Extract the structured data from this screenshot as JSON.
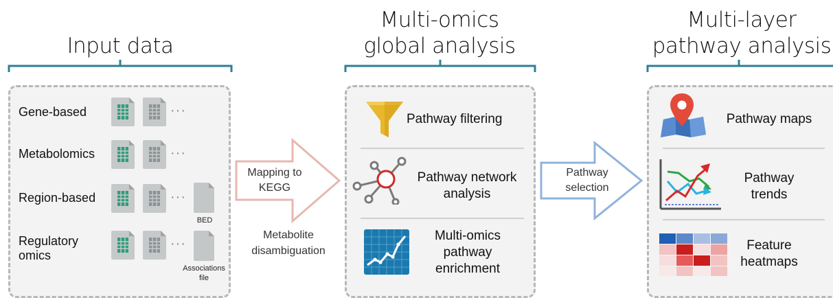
{
  "columns": {
    "input": {
      "title": "Input data"
    },
    "global": {
      "title_line1": "Multi-omics",
      "title_line2": "global analysis"
    },
    "pathway": {
      "title_line1": "Multi-layer",
      "title_line2": "pathway analysis"
    }
  },
  "input_panel": {
    "rows": [
      {
        "label": "Gene-based"
      },
      {
        "label": "Metabolomics"
      },
      {
        "label": "Region-based",
        "file_label": "BED"
      },
      {
        "label_line1": "Regulatory",
        "label_line2": "omics",
        "file_label_line1": "Associations",
        "file_label_line2": "file"
      }
    ]
  },
  "arrows": {
    "mapping": {
      "line1": "Mapping to",
      "line2": "KEGG"
    },
    "selection": {
      "line1": "Pathway",
      "line2": "selection"
    }
  },
  "note": {
    "line1": "Metabolite",
    "line2": "disambiguation"
  },
  "global_panel": {
    "filtering": {
      "label": "Pathway filtering",
      "icon": "funnel-icon"
    },
    "network": {
      "line1": "Pathway network",
      "line2": "analysis",
      "icon": "network-icon"
    },
    "enrichment": {
      "line1": "Multi-omics",
      "line2": "pathway",
      "line3": "enrichment",
      "icon": "enrichment-chart-icon"
    }
  },
  "pathway_panel": {
    "maps": {
      "label": "Pathway maps",
      "icon": "map-pin-icon"
    },
    "trends": {
      "line1": "Pathway",
      "line2": "trends",
      "icon": "trend-chart-icon"
    },
    "heatmaps": {
      "line1": "Feature",
      "line2": "heatmaps",
      "icon": "heatmap-icon"
    }
  },
  "colors": {
    "bracket": "#2f7f95",
    "panel_bg": "#f3f3f3",
    "panel_border": "#b7b7b7",
    "spreadsheet_green": "#2f9e78",
    "spreadsheet_gray": "#9aa1a2",
    "arrow_pink": "#e7b7b1",
    "arrow_blue": "#8fb3db",
    "funnel_yellow": "#e8b72c",
    "network_red": "#cc2a2a",
    "map_red": "#e34a3a",
    "map_blue": "#3b6fb6",
    "enrichment_blue": "#1a7ab0"
  }
}
